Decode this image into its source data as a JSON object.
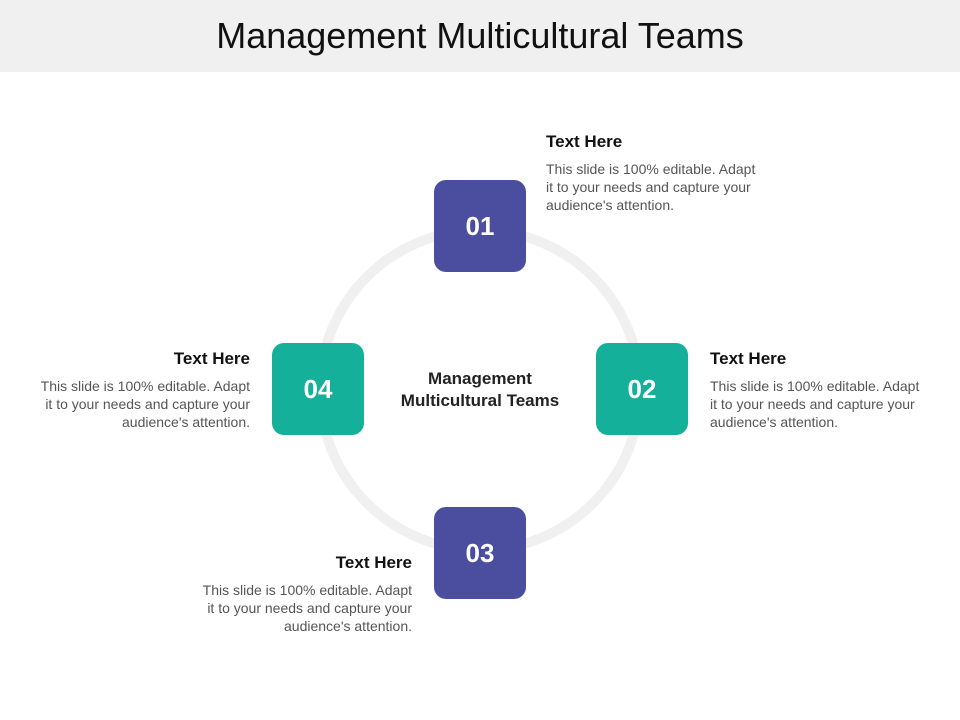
{
  "title": "Management Multicultural Teams",
  "center": {
    "line1": "Management",
    "line2": "Multicultural Teams"
  },
  "colors": {
    "purple": "#4b4d9e",
    "teal": "#14b09a",
    "ring": "#f0f0f0"
  },
  "steps": [
    {
      "number": "01",
      "heading": "Text Here",
      "lines": [
        "This slide is 100% editable. Adapt",
        "it to your needs and capture your",
        "audience's attention."
      ]
    },
    {
      "number": "02",
      "heading": "Text Here",
      "lines": [
        "This slide is 100% editable. Adapt",
        "it to your needs and capture your",
        "audience's attention."
      ]
    },
    {
      "number": "03",
      "heading": "Text Here",
      "lines": [
        "This slide is 100% editable. Adapt",
        "it to your needs and capture your",
        "audience's attention."
      ]
    },
    {
      "number": "04",
      "heading": "Text Here",
      "lines": [
        "This slide is 100% editable. Adapt",
        "it to your needs and capture your",
        "audience's attention."
      ]
    }
  ]
}
